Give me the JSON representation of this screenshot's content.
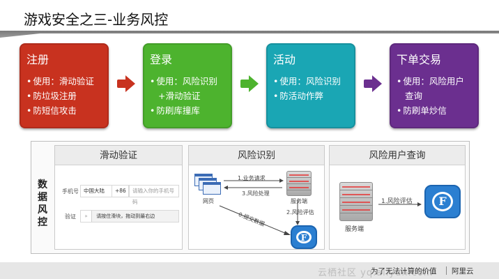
{
  "slide": {
    "title": "游戏安全之三-业务风控"
  },
  "cards": [
    {
      "title": "注册",
      "items": [
        "使用：滑动验证",
        "防垃圾注册",
        "防短信攻击"
      ]
    },
    {
      "title": "登录",
      "items": [
        "使用：风险识别",
        "+滑动验证",
        "防刷库撞库"
      ]
    },
    {
      "title": "活动",
      "items": [
        "使用：风险识别",
        "防活动作弊"
      ]
    },
    {
      "title": "下单交易",
      "items": [
        "使用：风险用户",
        "查询",
        "防刷单炒信"
      ]
    }
  ],
  "colors": {
    "red": "#c8321f",
    "green": "#4db32e",
    "teal": "#1aa6b4",
    "purple": "#6b2f8f"
  },
  "section_label": "数据风控",
  "panels": {
    "slider": {
      "title": "滑动验证",
      "phone_label": "手机号",
      "country": "中国大陆",
      "code": "+86",
      "phone_placeholder": "请输入你的手机号码",
      "verify_label": "验证",
      "slider_text": "请按住滑块，拖动到最右边"
    },
    "risk": {
      "title": "风险识别",
      "step1": "1.业务请求",
      "step3": "3.风险处理",
      "step2": "2.风险评估",
      "step0": "0.提交数据",
      "web": "网页",
      "server": "服务端"
    },
    "query": {
      "title": "风险用户查询",
      "step": "1.风险评估",
      "server": "服务端"
    }
  },
  "footer": {
    "watermark": "云栖社区 yq.aliyun.com",
    "slogan": "为了无法计算的价值",
    "logo": "阿里云"
  }
}
